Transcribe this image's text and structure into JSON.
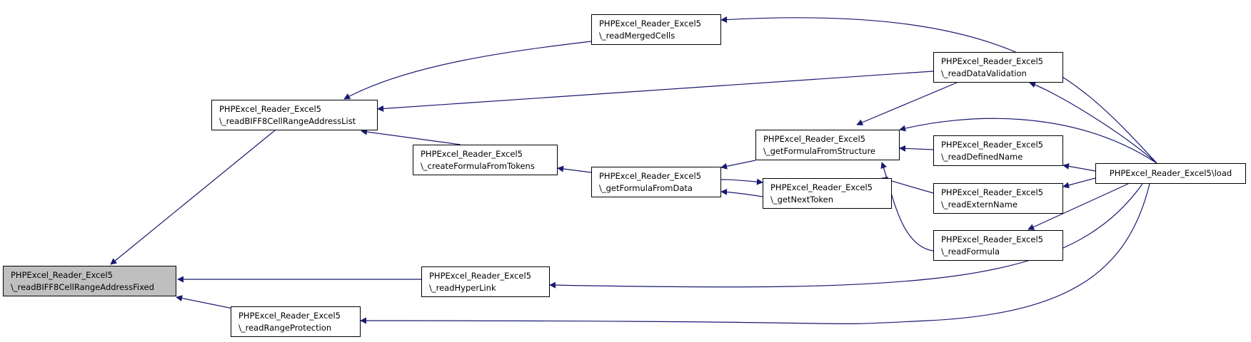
{
  "edge_color": "#191970",
  "highlight_color": "#bfbfbf",
  "nodes": [
    {
      "id": "range-fixed",
      "line1": "PHPExcel_Reader_Excel5",
      "line2": "\\_readBIFF8CellRangeAddressFixed"
    },
    {
      "id": "range-list",
      "line1": "PHPExcel_Reader_Excel5",
      "line2": "\\_readBIFF8CellRangeAddressList"
    },
    {
      "id": "merged-cells",
      "line1": "PHPExcel_Reader_Excel5",
      "line2": "\\_readMergedCells"
    },
    {
      "id": "data-validation",
      "line1": "PHPExcel_Reader_Excel5",
      "line2": "\\_readDataValidation"
    },
    {
      "id": "create-formula",
      "line1": "PHPExcel_Reader_Excel5",
      "line2": "\\_createFormulaFromTokens"
    },
    {
      "id": "formula-data",
      "line1": "PHPExcel_Reader_Excel5",
      "line2": "\\_getFormulaFromData"
    },
    {
      "id": "formula-structure",
      "line1": "PHPExcel_Reader_Excel5",
      "line2": "\\_getFormulaFromStructure"
    },
    {
      "id": "next-token",
      "line1": "PHPExcel_Reader_Excel5",
      "line2": "\\_getNextToken"
    },
    {
      "id": "defined-name",
      "line1": "PHPExcel_Reader_Excel5",
      "line2": "\\_readDefinedName"
    },
    {
      "id": "extern-name",
      "line1": "PHPExcel_Reader_Excel5",
      "line2": "\\_readExternName"
    },
    {
      "id": "read-formula",
      "line1": "PHPExcel_Reader_Excel5",
      "line2": "\\_readFormula"
    },
    {
      "id": "hyperlink",
      "line1": "PHPExcel_Reader_Excel5",
      "line2": "\\_readHyperLink"
    },
    {
      "id": "range-protection",
      "line1": "PHPExcel_Reader_Excel5",
      "line2": "\\_readRangeProtection"
    },
    {
      "id": "load",
      "line1": "PHPExcel_Reader_Excel5\\load"
    }
  ],
  "edges": [
    {
      "from": "range-list",
      "to": "range-fixed"
    },
    {
      "from": "hyperlink",
      "to": "range-fixed"
    },
    {
      "from": "range-protection",
      "to": "range-fixed"
    },
    {
      "from": "merged-cells",
      "to": "range-list"
    },
    {
      "from": "data-validation",
      "to": "range-list"
    },
    {
      "from": "create-formula",
      "to": "range-list"
    },
    {
      "from": "formula-data",
      "to": "create-formula"
    },
    {
      "from": "formula-structure",
      "to": "formula-data"
    },
    {
      "from": "next-token",
      "to": "formula-data"
    },
    {
      "from": "formula-data",
      "to": "next-token"
    },
    {
      "from": "data-validation",
      "to": "formula-structure"
    },
    {
      "from": "load",
      "to": "formula-structure"
    },
    {
      "from": "defined-name",
      "to": "formula-structure"
    },
    {
      "from": "extern-name",
      "to": "formula-structure"
    },
    {
      "from": "read-formula",
      "to": "formula-structure"
    },
    {
      "from": "load",
      "to": "merged-cells"
    },
    {
      "from": "load",
      "to": "data-validation"
    },
    {
      "from": "load",
      "to": "defined-name"
    },
    {
      "from": "load",
      "to": "extern-name"
    },
    {
      "from": "load",
      "to": "read-formula"
    },
    {
      "from": "load",
      "to": "hyperlink"
    },
    {
      "from": "load",
      "to": "range-protection"
    }
  ]
}
